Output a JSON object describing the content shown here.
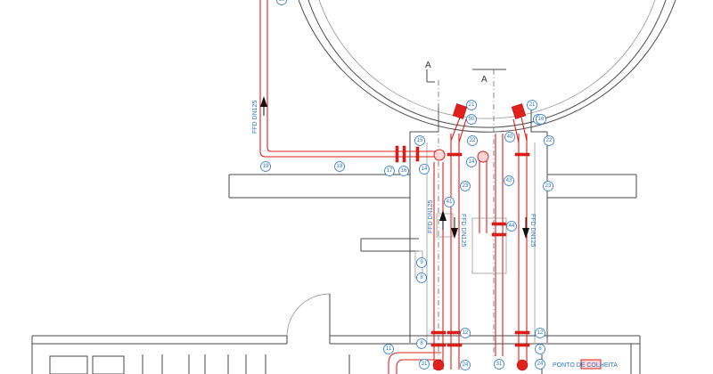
{
  "labels": {
    "ffo_left": "FFD DN125",
    "ffo_mid": "FFD DN125",
    "ffo_mid2": "FFD DN125",
    "ffo_right": "FFD DN125",
    "section_a_left": "A",
    "section_a_right": "A",
    "sampling_point": "PONTO DE COLHEITA"
  },
  "bubbles": [
    "21",
    "50",
    "16",
    "15",
    "14",
    "22",
    "14",
    "40",
    "21",
    "16",
    "22",
    "19",
    "18",
    "17",
    "16",
    "23",
    "43",
    "41",
    "23",
    "44",
    "9",
    "8",
    "12",
    "12",
    "8",
    "6",
    "11",
    "24",
    "31",
    "31",
    "24",
    "10"
  ],
  "colors": {
    "pipe": "#e0201b",
    "tag": "#2b76c8",
    "wall": "#4a4a4a"
  }
}
